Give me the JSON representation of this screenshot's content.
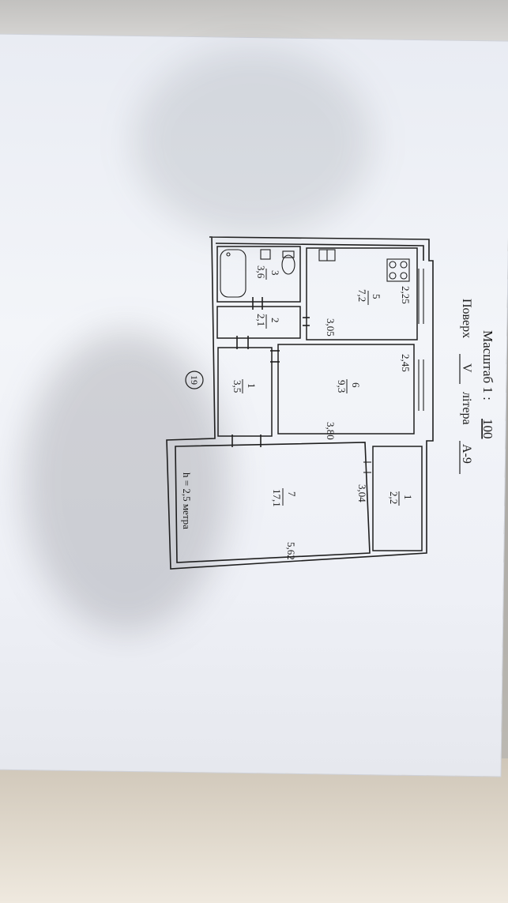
{
  "header": {
    "scale_label": "Масштаб 1 :",
    "scale_value": "100",
    "floor_label": "Поверх",
    "floor_value": "V",
    "letter_label": "літера",
    "letter_value": "А-9"
  },
  "plan": {
    "apartment_number": "19",
    "ceiling_height": "h = 2,5 метра",
    "rooms": [
      {
        "number": "1",
        "area": "3,5"
      },
      {
        "number": "2",
        "area": "2,1"
      },
      {
        "number": "3",
        "area": "3,6"
      },
      {
        "number": "5",
        "area": "7,2"
      },
      {
        "number": "6",
        "area": "9,3"
      },
      {
        "number": "7",
        "area": "17,1"
      },
      {
        "number": "1",
        "area": "2,2"
      }
    ],
    "dimensions": {
      "kitchen_width": "2,25",
      "kitchen_length": "3,05",
      "room6_width": "2,45",
      "room6_length": "3,80",
      "room7_width": "3,04",
      "room7_length": "5,62"
    }
  }
}
